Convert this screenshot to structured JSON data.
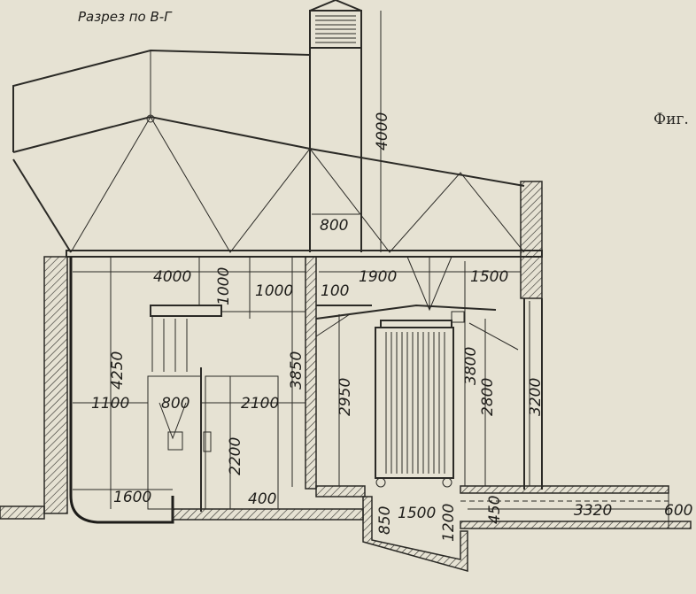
{
  "title": "Разрез по В-Г",
  "figure_label": "Фиг.",
  "dimensions": {
    "vent_height": "4000",
    "vent_width": "800",
    "left_span": "4000",
    "busbar_drop": "1000",
    "busbar_offset": "1000",
    "wall_gap": "100",
    "transformer_span": "1900",
    "right_span": "1500",
    "left_room_height": "4250",
    "mid_height": "3850",
    "aisle_width": "1100",
    "cell_width": "800",
    "door_span": "2100",
    "bracket_height": "2950",
    "transformer_room_height": "3800",
    "right_bracket_height": "2800",
    "right_wall_height": "3200",
    "door_height": "2200",
    "floor_width": "1600",
    "sill": "400",
    "pit_depth_left": "850",
    "pit_width": "1500",
    "pit_depth_right": "1200",
    "channel_depth": "450",
    "channel_length": "3320",
    "channel_height": "600"
  }
}
